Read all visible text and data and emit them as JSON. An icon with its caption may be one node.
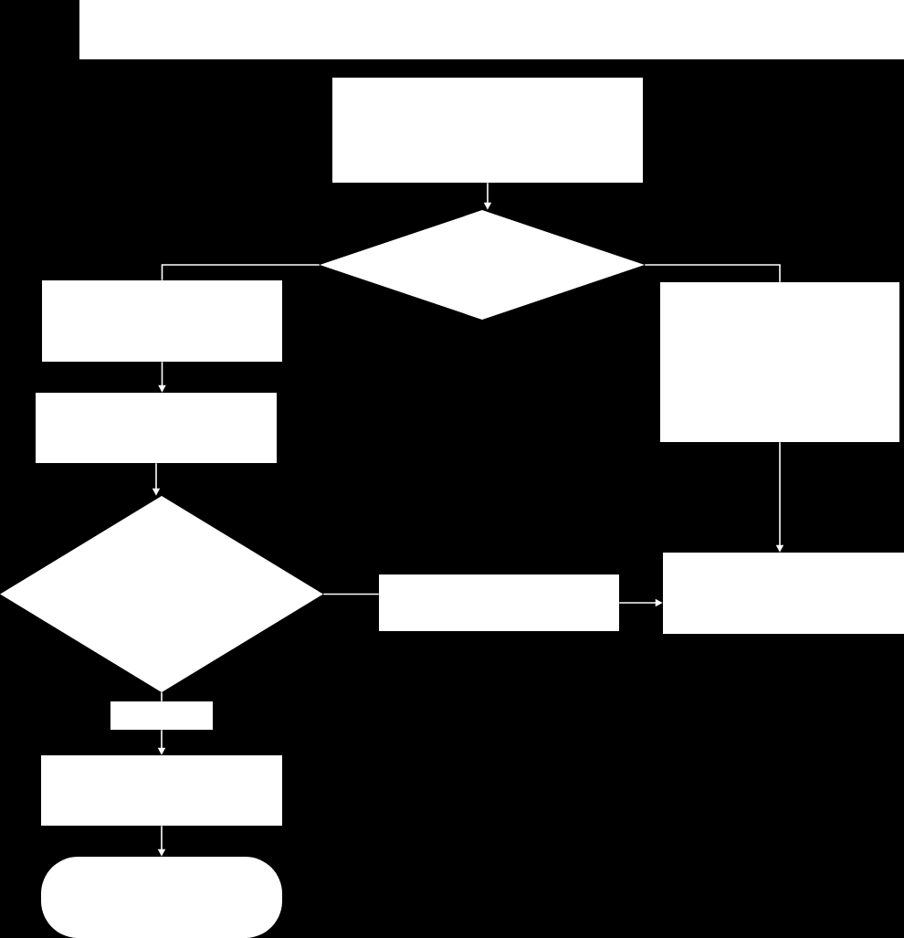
{
  "diagram": {
    "nodes": [
      {
        "text": [],
        "shape": "box"
      },
      {
        "text": [],
        "shape": "box"
      },
      {
        "text": [],
        "shape": "diamond"
      },
      {
        "text": [],
        "shape": "box"
      },
      {
        "text": [],
        "shape": "box"
      },
      {
        "text": [],
        "shape": "box"
      },
      {
        "text": [],
        "shape": "diamond"
      },
      {
        "text": [],
        "shape": "box"
      },
      {
        "text": [],
        "shape": "box"
      },
      {
        "text": [],
        "shape": "box"
      },
      {
        "text": [],
        "shape": "box"
      },
      {
        "text": [],
        "shape": "pill"
      }
    ],
    "edges": [
      {
        "from": 1,
        "to": 2,
        "arrow": "to"
      },
      {
        "from": 2,
        "to": 3,
        "arrow": "none"
      },
      {
        "from": 2,
        "to": 4,
        "arrow": "none"
      },
      {
        "from": 3,
        "to": 5,
        "arrow": "to"
      },
      {
        "from": 5,
        "to": 6,
        "arrow": "to"
      },
      {
        "from": 6,
        "to": 7,
        "arrow": "none"
      },
      {
        "from": 7,
        "to": 8,
        "arrow": "to"
      },
      {
        "from": 4,
        "to": 8,
        "arrow": "to"
      },
      {
        "from": 6,
        "to": 9,
        "arrow": "none"
      },
      {
        "from": 9,
        "to": 10,
        "arrow": "to"
      },
      {
        "from": 10,
        "to": 11,
        "arrow": "to"
      }
    ]
  }
}
